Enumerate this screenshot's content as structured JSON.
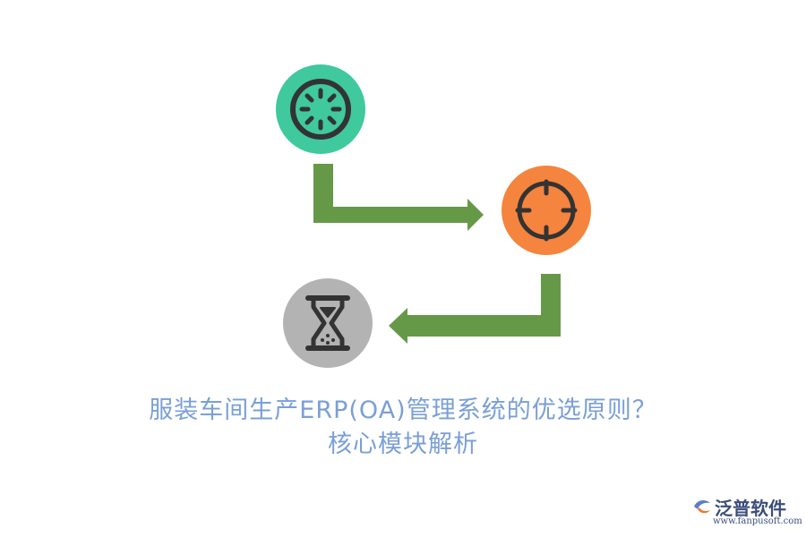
{
  "title": {
    "line1": "服装车间生产ERP(OA)管理系统的优选原则？",
    "line2": "核心模块解析"
  },
  "brand": {
    "name": "泛普软件",
    "url": "www.fanpusoft.com",
    "logo_icon": "fanpu-logo-icon"
  },
  "nodes": [
    {
      "icon": "settings-dial-icon",
      "color": "#3fc99c"
    },
    {
      "icon": "crosshair-icon",
      "color": "#f5843e"
    },
    {
      "icon": "hourglass-icon",
      "color": "#b3b3b3"
    }
  ],
  "colors": {
    "arrow": "#669947",
    "icon_stroke": "#333333",
    "title": "#7a9fd6"
  }
}
